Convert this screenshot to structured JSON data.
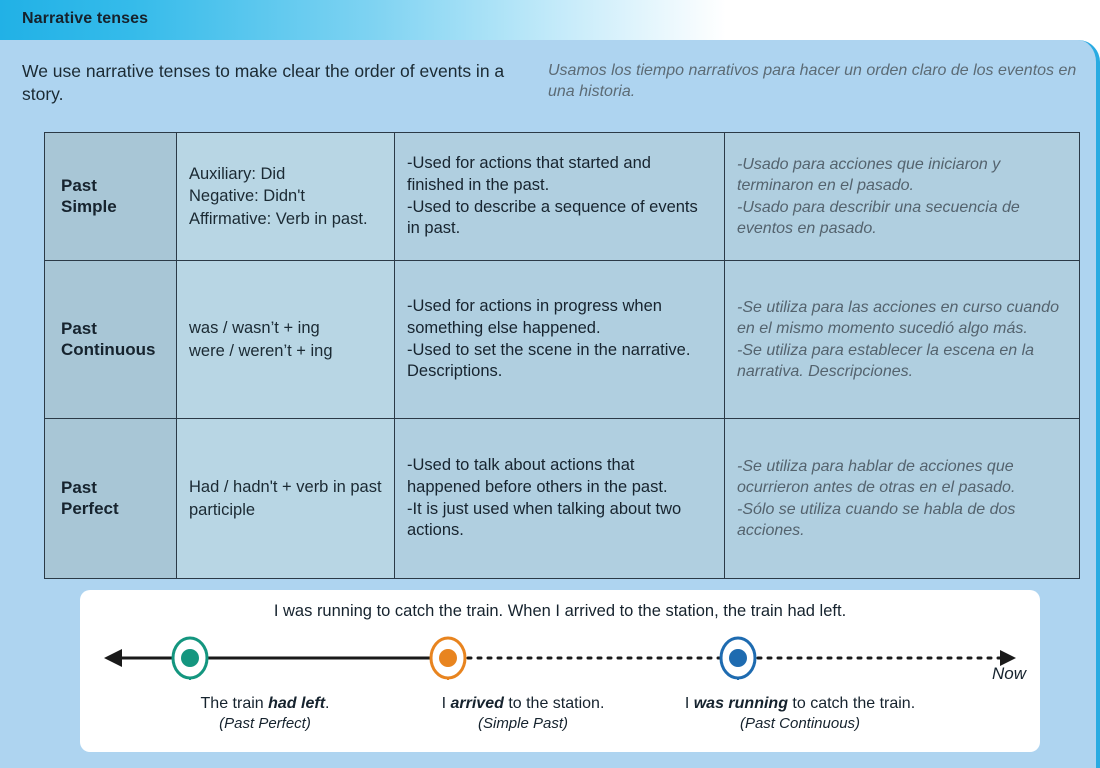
{
  "header": {
    "title": "Narrative tenses"
  },
  "intro": {
    "english": "We use narrative tenses to make clear the order of events in a story.",
    "spanish": "Usamos los tiempo narrativos para hacer un orden claro de los eventos en una historia."
  },
  "table": {
    "rows": [
      {
        "tense": "Past\nSimple",
        "tense_line1": "Past",
        "tense_line2": "Simple",
        "form": "Auxiliary: Did\nNegative: Didn't\nAffirmative: Verb in past.",
        "use_en": "-Used for actions that started and finished in the past.\n-Used to describe a sequence of events in past.",
        "use_es": "-Usado para acciones que iniciaron y terminaron en el pasado.\n-Usado para describir una secuencia de eventos en pasado."
      },
      {
        "tense": "Past\nContinuous",
        "tense_line1": "Past",
        "tense_line2": "Continuous",
        "form": "was / wasn’t + ing\nwere / weren’t + ing",
        "use_en": "-Used for actions in progress when something else happened.\n-Used to set the scene in the narrative. Descriptions.",
        "use_es": "-Se utiliza para las acciones en curso cuando en el mismo momento sucedió algo más.\n-Se utiliza para establecer la escena en la narrativa. Descripciones."
      },
      {
        "tense": "Past\nPerfect",
        "tense_line1": "Past",
        "tense_line2": "Perfect",
        "form": "Had / hadn't + verb in past participle",
        "use_en": "-Used to talk about actions that happened before others in the past.\n-It is just used when talking about two actions.",
        "use_es": "-Se utiliza para hablar de acciones que ocurrieron antes de otras en el pasado.\n-Sólo se utiliza cuando se habla de dos acciones."
      }
    ]
  },
  "timeline": {
    "sentence": "I was running to catch the train. When I arrived to the station, the train had left.",
    "now_label": "Now",
    "events": [
      {
        "text_before": "The train ",
        "text_bold": "had left",
        "text_after": ".",
        "tense": "(Past Perfect)",
        "color": "#14967f"
      },
      {
        "text_before": "I ",
        "text_bold": "arrived",
        "text_after": " to the station.",
        "tense": "(Simple Past)",
        "color": "#e8841f"
      },
      {
        "text_before": "I ",
        "text_bold": "was running",
        "text_after": " to catch the train.",
        "tense": "(Past Continuous)",
        "color": "#1e6bb0"
      }
    ]
  },
  "colors": {
    "header_accent": "#29abe2",
    "panel_bg": "#aed4f0",
    "table_tense_bg": "#a8c6d6",
    "table_cell_bg": "#b0cfe0",
    "spanish_text": "#54636e",
    "marker_green": "#14967f",
    "marker_orange": "#e8841f",
    "marker_blue": "#1e6bb0"
  }
}
